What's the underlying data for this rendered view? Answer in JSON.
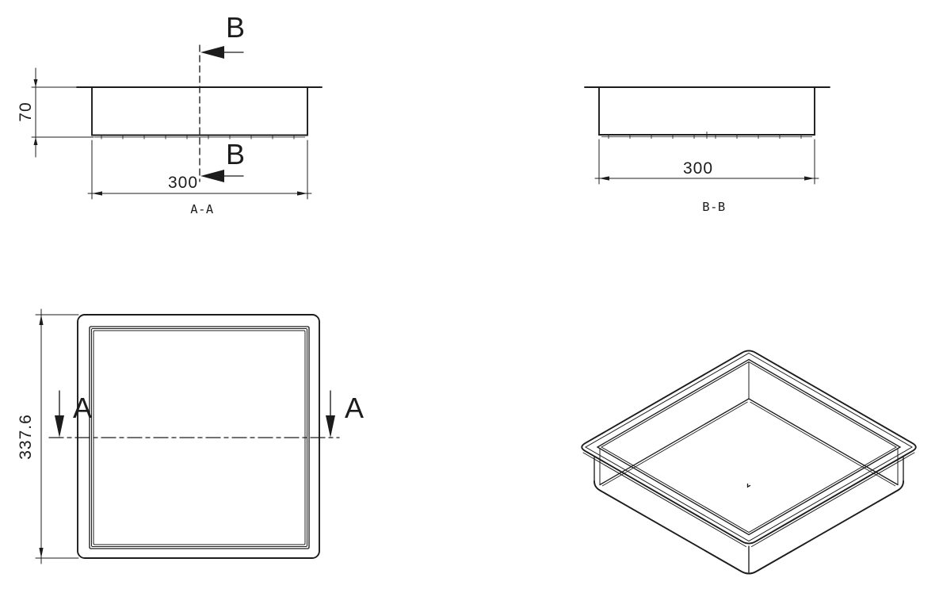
{
  "drawing": {
    "background": "#ffffff",
    "ink": "#1c1c1c",
    "section_aa": {
      "view_label": "A-A",
      "width_dim": "300",
      "height_dim": "70",
      "cut_letter": "B"
    },
    "section_bb": {
      "view_label": "B-B",
      "width_dim": "300"
    },
    "plan": {
      "height_dim": "337.6",
      "cut_letter": "A"
    }
  }
}
